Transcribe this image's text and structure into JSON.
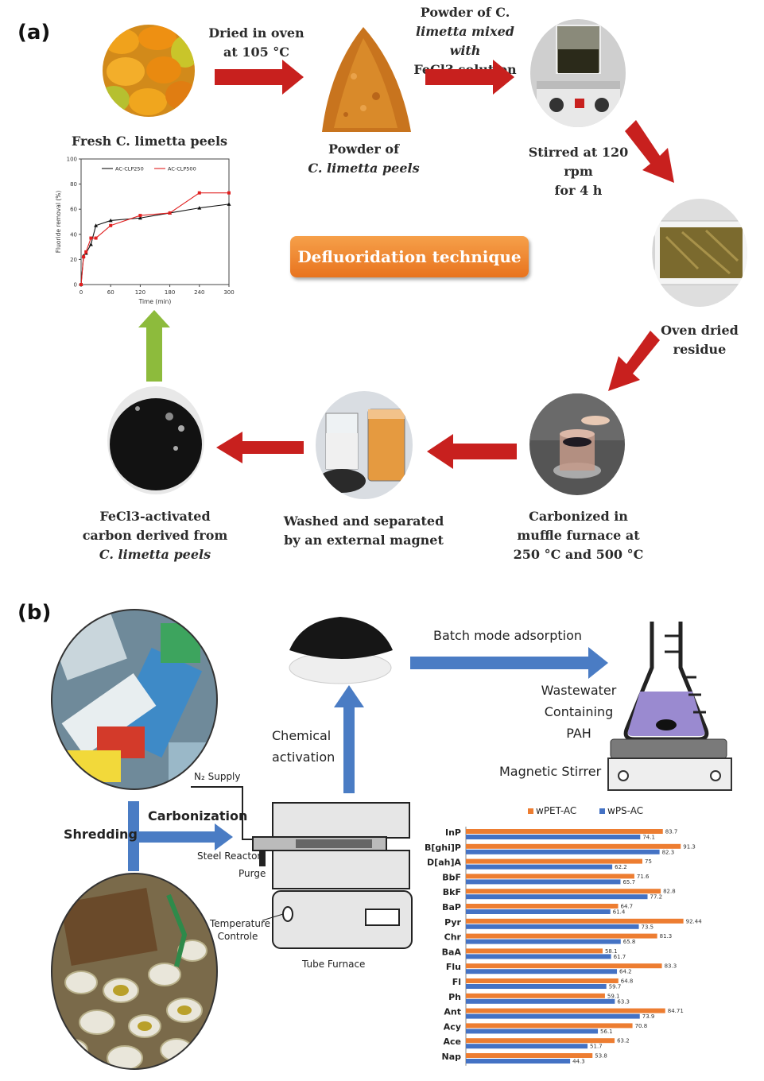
{
  "panel_a": {
    "tag": "(a)",
    "steps": {
      "fresh_peels": "Fresh C. limetta peels",
      "dried_oven": [
        "Dried in oven",
        "at 105 °C"
      ],
      "powder": [
        "Powder of",
        "C. limetta peels"
      ],
      "mixed": [
        "Powder of C.",
        "limetta mixed with",
        "FeCl3 solution"
      ],
      "stirred": [
        "Stirred at 120 rpm",
        "for 4 h"
      ],
      "oven_dried": [
        "Oven dried",
        "residue"
      ],
      "carbonized": [
        "Carbonized in",
        "muffle furnace at",
        "250 °C and 500 °C"
      ],
      "washed": [
        "Washed and separated",
        "by an external magnet"
      ],
      "activated": [
        "FeCl3-activated",
        "carbon derived from",
        "C. limetta peels"
      ]
    },
    "defluoridation": "Defluoridation technique",
    "colors": {
      "red_arrow": "#c8201e",
      "green_arrow": "#8dbb3c",
      "orange_button": "#ec7a24"
    }
  },
  "chart_data": [
    {
      "type": "line",
      "xlabel": "Time (min)",
      "ylabel": "Fluoride removal (%)",
      "xlim": [
        0,
        300
      ],
      "ylim": [
        0,
        100
      ],
      "xticks": [
        0,
        60,
        120,
        180,
        240,
        300
      ],
      "yticks": [
        0,
        20,
        40,
        60,
        80,
        100
      ],
      "legend_position": "top",
      "series": [
        {
          "name": "AC-CLP250",
          "color": "#111111",
          "marker": "triangle",
          "x": [
            0,
            5,
            10,
            20,
            30,
            60,
            120,
            180,
            240,
            300
          ],
          "y": [
            0,
            23,
            25,
            32,
            47,
            51,
            53,
            57,
            61,
            64
          ]
        },
        {
          "name": "AC-CLP500",
          "color": "#e02020",
          "marker": "square",
          "x": [
            0,
            5,
            10,
            20,
            30,
            60,
            120,
            180,
            240,
            300
          ],
          "y": [
            0,
            22,
            26,
            37,
            37,
            47,
            55,
            57,
            73,
            73
          ]
        }
      ]
    },
    {
      "type": "bar",
      "orientation": "horizontal",
      "legend_position": "top",
      "categories": [
        "InP",
        "B[ghi]P",
        "D[ah]A",
        "BbF",
        "BkF",
        "BaP",
        "Pyr",
        "Chr",
        "BaA",
        "Flu",
        "Fl",
        "Ph",
        "Ant",
        "Acy",
        "Ace",
        "Nap"
      ],
      "series": [
        {
          "name": "wPET-AC",
          "color": "#ed7d31",
          "values": [
            83.7,
            91.3,
            75,
            71.6,
            82.8,
            64.7,
            92.44,
            81.3,
            58.1,
            83.3,
            64.8,
            59.1,
            84.71,
            70.8,
            63.2,
            53.8
          ]
        },
        {
          "name": "wPS-AC",
          "color": "#4472c4",
          "values": [
            74.1,
            82.3,
            62.2,
            65.7,
            77.2,
            61.4,
            73.5,
            65.8,
            61.7,
            64.2,
            59.7,
            63.3,
            73.9,
            56.1,
            51.7,
            44.3
          ]
        }
      ],
      "xlim": [
        0,
        100
      ]
    }
  ],
  "panel_b": {
    "tag": "(b)",
    "shredding": "Shredding",
    "carbonization": "Carbonization",
    "n2_supply": "N₂ Supply",
    "steel_reactor": "Steel Reactor",
    "purge": "Purge",
    "temperature": [
      "Temperature",
      "Controle"
    ],
    "tube_furnace": "Tube Furnace",
    "chemical_activation": [
      "Chemical",
      "activation"
    ],
    "batch_mode": "Batch mode adsorption",
    "wastewater": [
      "Wastewater",
      "Containing",
      "PAH"
    ],
    "magnetic_stirrer": "Magnetic Stirrer",
    "colors": {
      "blue_arrow": "#4a7cc4",
      "liquid": "#9a8ad0"
    }
  }
}
